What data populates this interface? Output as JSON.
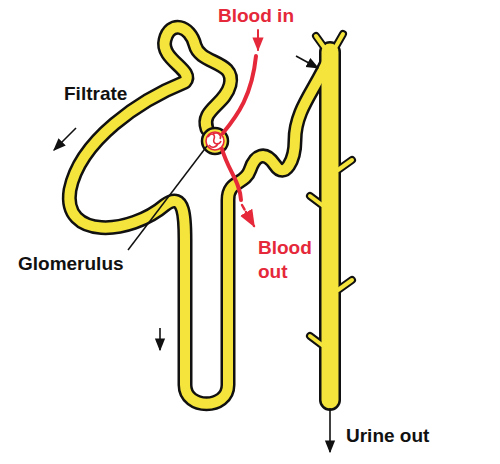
{
  "diagram": {
    "labels": [
      "Blood in",
      "Filtrate",
      "Glomerulus",
      "Blood out",
      "Urine out"
    ]
  }
}
